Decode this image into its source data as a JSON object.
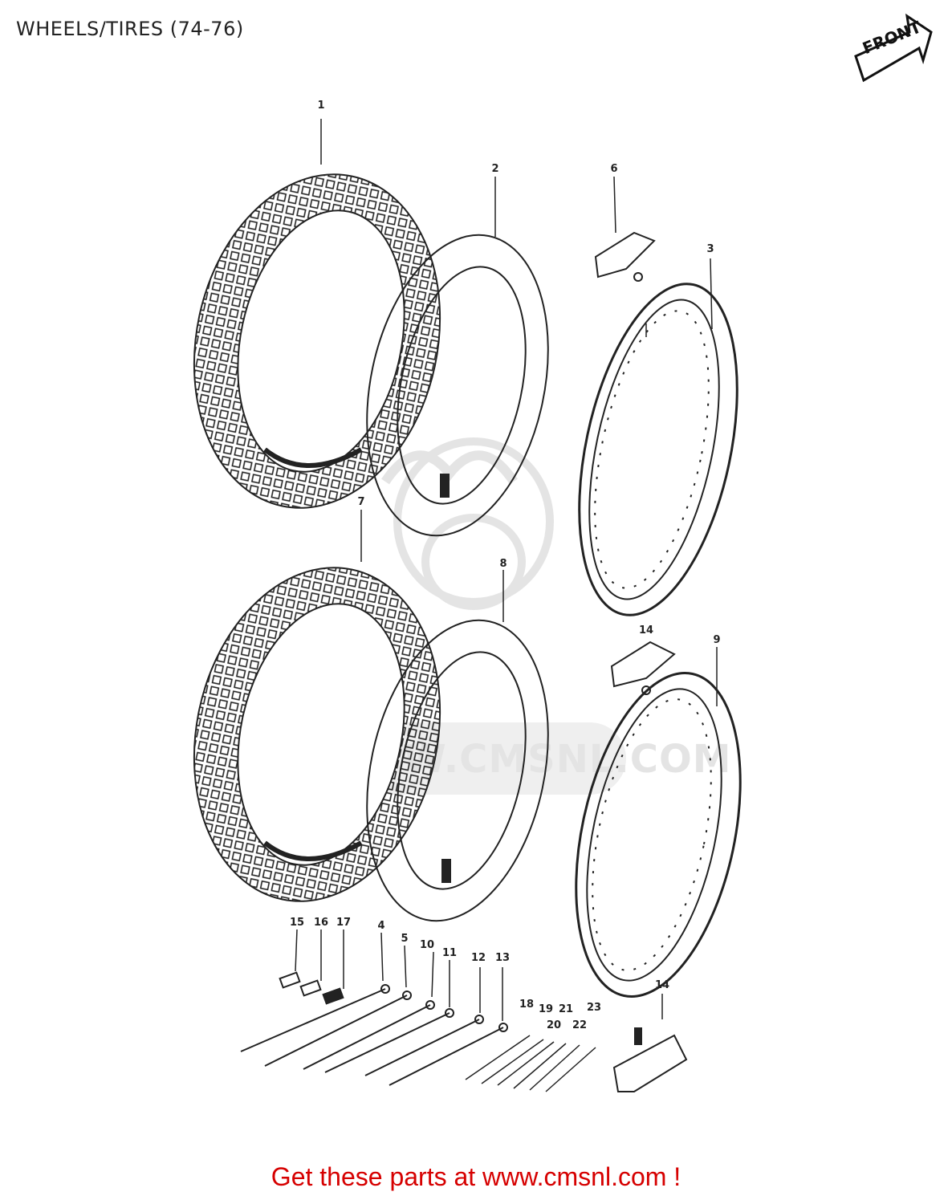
{
  "title": "WHEELS/TIRES (74-76)",
  "front_badge": "FRONT",
  "watermark": {
    "logo": "CMS",
    "url": "WWW.CMSNL.COM"
  },
  "callouts": {
    "c1": "1",
    "c2": "2",
    "c3": "3",
    "c4": "4",
    "c5": "5",
    "c6": "6",
    "c7": "7",
    "c8": "8",
    "c9": "9",
    "c10": "10",
    "c11": "11",
    "c12": "12",
    "c13": "13",
    "c14a": "14",
    "c14b": "14",
    "c15": "15",
    "c16": "16",
    "c17": "17",
    "c18": "18",
    "c19": "19",
    "c20": "20",
    "c21": "21",
    "c22": "22",
    "c23": "23"
  },
  "cta": "Get these parts at www.cmsnl.com !",
  "colors": {
    "line": "#222222",
    "watermark": "#e4e4e4",
    "cta": "#d60000"
  }
}
